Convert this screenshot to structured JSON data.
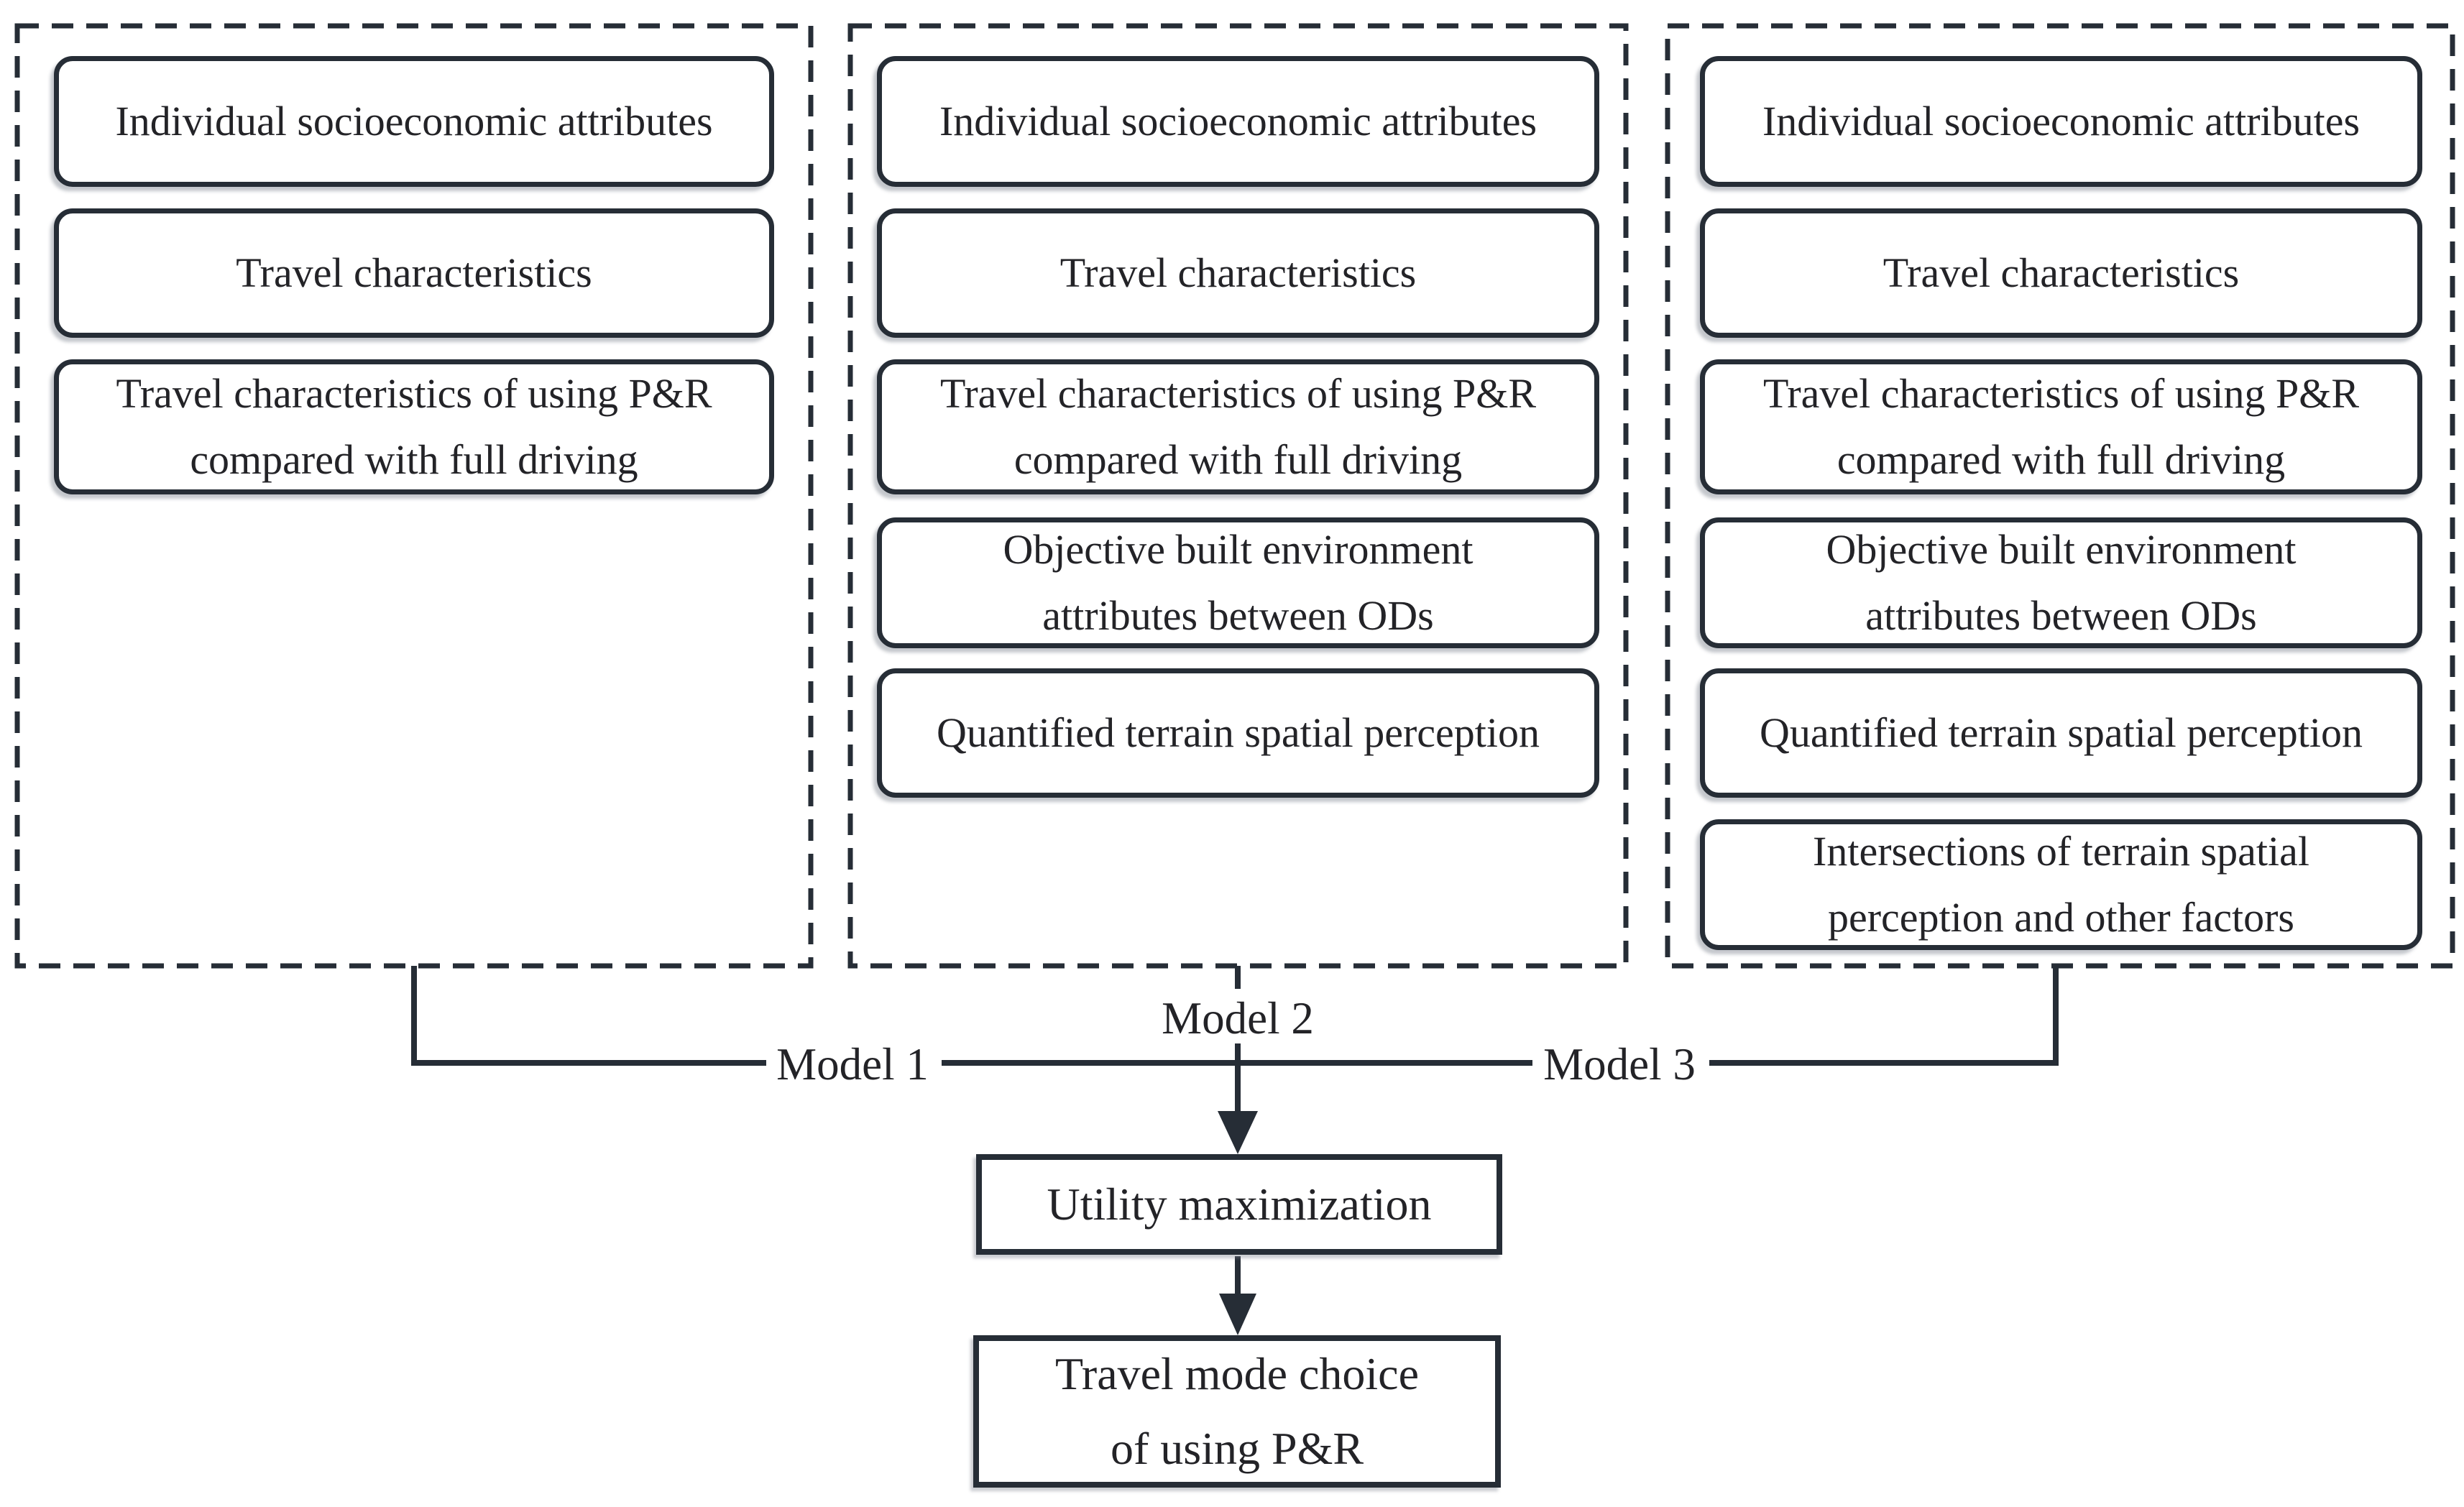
{
  "columns": [
    {
      "label": "Model 1",
      "boxes": [
        "Individual socioeconomic attributes",
        "Travel characteristics",
        "Travel characteristics of using P&R compared with full driving"
      ]
    },
    {
      "label": "Model 2",
      "boxes": [
        "Individual socioeconomic attributes",
        "Travel characteristics",
        "Travel characteristics of using P&R compared with full driving",
        "Objective built environment attributes between ODs",
        "Quantified terrain spatial perception"
      ]
    },
    {
      "label": "Model 3",
      "boxes": [
        "Individual socioeconomic attributes",
        "Travel characteristics",
        "Travel characteristics of using P&R compared with full driving",
        "Objective built environment attributes between ODs",
        "Quantified terrain spatial perception",
        "Intersections of terrain spatial perception and other factors"
      ]
    }
  ],
  "outcome": {
    "utility_box": "Utility maximization",
    "choice_box": "Travel mode choice of using P&R",
    "choice_lines": [
      "Travel mode choice",
      "of using P&R"
    ]
  },
  "colors": {
    "line": "#262d36",
    "text": "#232327",
    "background": "#ffffff"
  }
}
